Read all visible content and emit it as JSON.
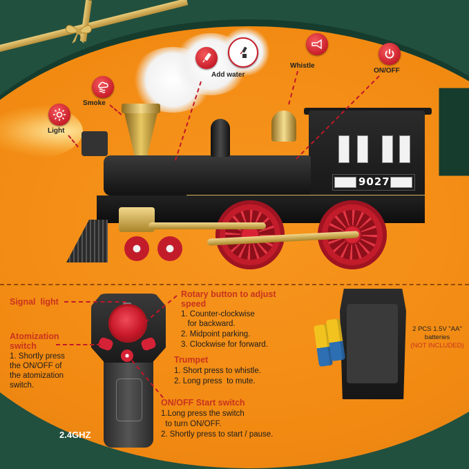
{
  "top_features": [
    {
      "id": "light",
      "label": "Light",
      "icon": "sun-icon"
    },
    {
      "id": "smoke",
      "label": "Smoke",
      "icon": "cloud-smoke-icon"
    },
    {
      "id": "add_water",
      "label": "Add water",
      "icon": "water-dropper-icon"
    },
    {
      "id": "whistle",
      "label": "Whistle",
      "icon": "horn-icon"
    },
    {
      "id": "onoff",
      "label": "ON/OFF",
      "icon": "power-icon"
    }
  ],
  "train": {
    "number": "9027"
  },
  "remote": {
    "signal_light": {
      "title": "Signal  light"
    },
    "atomization": {
      "title_line1": "Atomization",
      "title_line2": "switch",
      "body": [
        "1. Shortly press",
        "the ON/OFF of",
        "the atomization",
        "switch."
      ]
    },
    "rotary": {
      "title_line1": "Rotary button to adjust",
      "title_line2": "speed",
      "body": [
        "1. Counter-clockwise",
        "   for backward.",
        "2. Midpoint parking.",
        "3. Clockwise for forward."
      ]
    },
    "trumpet": {
      "title": "Trumpet",
      "body": [
        "1. Short press to whistle.",
        "2. Long press  to mute."
      ]
    },
    "start_switch": {
      "title": "ON/OFF Start switch",
      "body": [
        "1.Long press the switch",
        "  to turn ON/OFF.",
        "2. Shortly press to start / pause."
      ]
    },
    "frequency": "2.4GHZ"
  },
  "batteries": {
    "line1": "2 PCS 1.5V \"AA\"",
    "line2": "batteries",
    "line3": "(NOT INCLUDED)"
  },
  "colors": {
    "background_green": "#22503f",
    "orange": "#f28a12",
    "accent_red": "#c9331e",
    "icon_red": "#c81e2a",
    "gold": "#d6b25a"
  }
}
